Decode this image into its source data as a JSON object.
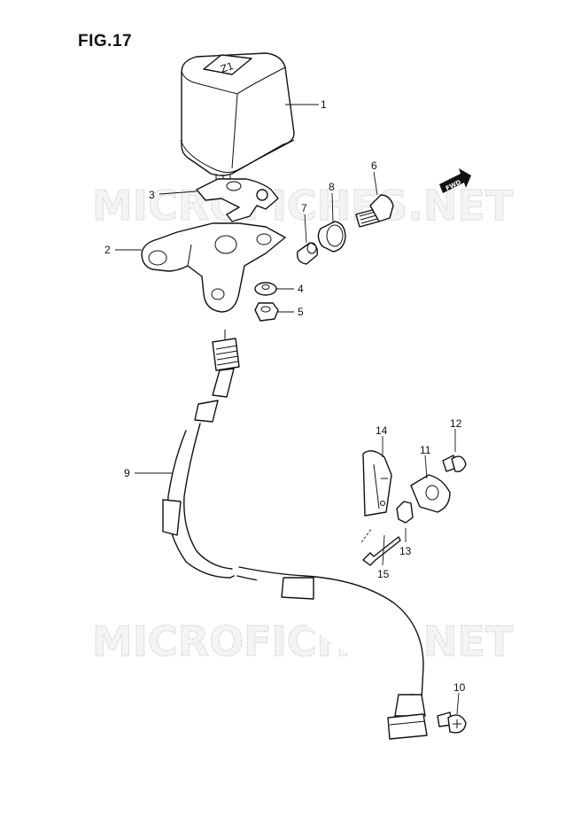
{
  "figure": {
    "title": "FIG.17"
  },
  "watermarks": [
    "MICROFICHES.NET",
    "MICROFICHES.NET"
  ],
  "direction_badge": "FWD",
  "callouts": [
    "1",
    "2",
    "3",
    "4",
    "5",
    "6",
    "7",
    "8",
    "9",
    "10",
    "11",
    "12",
    "13",
    "14",
    "15"
  ]
}
